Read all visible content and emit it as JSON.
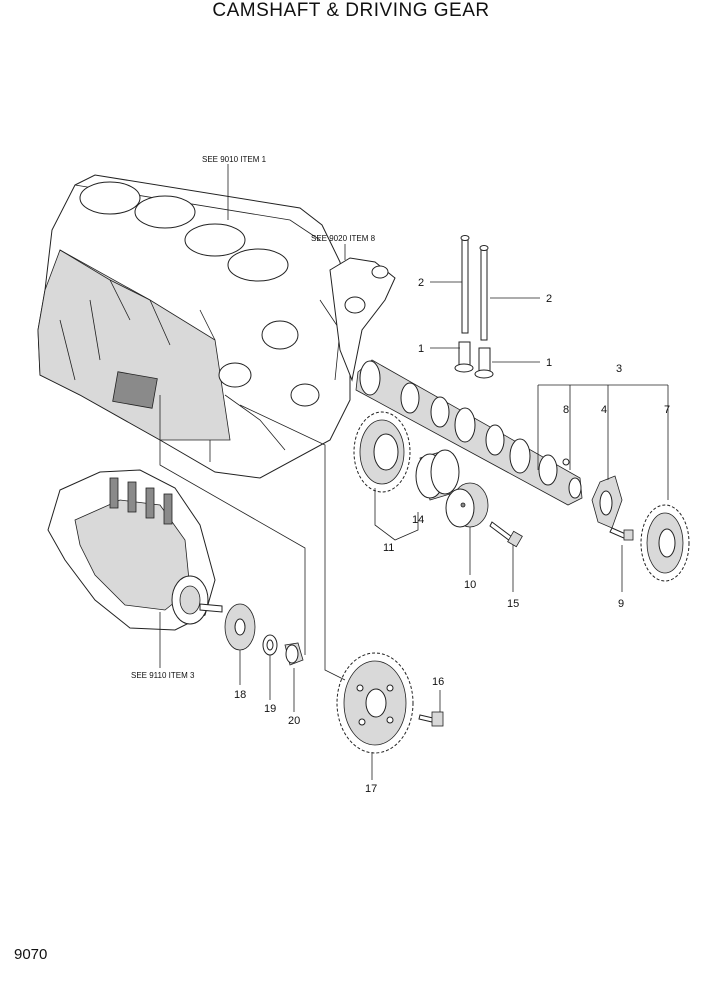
{
  "title": "CAMSHAFT & DRIVING GEAR",
  "page_number": "9070",
  "references": [
    {
      "id": "ref-9010",
      "text": "SEE 9010 ITEM 1"
    },
    {
      "id": "ref-9020",
      "text": "SEE 9020 ITEM 8"
    },
    {
      "id": "ref-9110",
      "text": "SEE 9110 ITEM 3"
    }
  ],
  "callouts": [
    "2",
    "2",
    "1",
    "1",
    "3",
    "8",
    "4",
    "7",
    "14",
    "11",
    "10",
    "15",
    "9",
    "16",
    "18",
    "19",
    "20",
    "17"
  ]
}
